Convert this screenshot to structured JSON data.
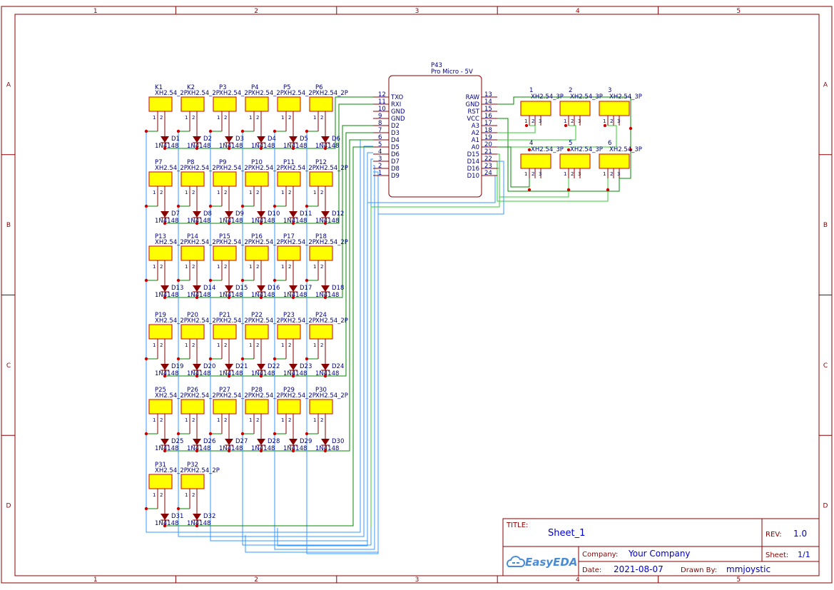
{
  "frame": {
    "columns": [
      "1",
      "2",
      "3",
      "4",
      "5"
    ],
    "rows": [
      "A",
      "B",
      "C",
      "D"
    ]
  },
  "switches": {
    "labels": [
      "K1",
      "K2",
      "P3",
      "P4",
      "P5",
      "P6",
      "P7",
      "P8",
      "P9",
      "P10",
      "P11",
      "P12",
      "P13",
      "P14",
      "P15",
      "P16",
      "P17",
      "P18",
      "P19",
      "P20",
      "P21",
      "P22",
      "P23",
      "P24",
      "P25",
      "P26",
      "P27",
      "P28",
      "P29",
      "P30",
      "P31",
      "P32"
    ],
    "package": "XH2.54_2P",
    "pin_a": "1",
    "pin_b": "2"
  },
  "diodes": {
    "labels": [
      "D1",
      "D2",
      "D3",
      "D4",
      "D5",
      "D6",
      "D7",
      "D8",
      "D9",
      "D10",
      "D11",
      "D12",
      "D13",
      "D14",
      "D15",
      "D16",
      "D17",
      "D18",
      "D19",
      "D20",
      "D21",
      "D22",
      "D23",
      "D24",
      "D25",
      "D26",
      "D27",
      "D28",
      "D29",
      "D30",
      "D31",
      "D32"
    ],
    "value": "1N4148"
  },
  "mcu": {
    "designator": "P43",
    "name": "Pro Micro - 5V",
    "left_pins": [
      {
        "num": "12",
        "name": "TXO"
      },
      {
        "num": "11",
        "name": "RXI"
      },
      {
        "num": "10",
        "name": "GND"
      },
      {
        "num": "9",
        "name": "GND"
      },
      {
        "num": "8",
        "name": "D2"
      },
      {
        "num": "7",
        "name": "D3"
      },
      {
        "num": "6",
        "name": "D4"
      },
      {
        "num": "5",
        "name": "D5"
      },
      {
        "num": "4",
        "name": "D6"
      },
      {
        "num": "3",
        "name": "D7"
      },
      {
        "num": "2",
        "name": "D8"
      },
      {
        "num": "1",
        "name": "D9"
      }
    ],
    "right_pins": [
      {
        "num": "13",
        "name": "RAW"
      },
      {
        "num": "14",
        "name": "GND"
      },
      {
        "num": "15",
        "name": "RST"
      },
      {
        "num": "16",
        "name": "VCC"
      },
      {
        "num": "17",
        "name": "A3"
      },
      {
        "num": "18",
        "name": "A2"
      },
      {
        "num": "19",
        "name": "A1"
      },
      {
        "num": "20",
        "name": "A0"
      },
      {
        "num": "21",
        "name": "D15"
      },
      {
        "num": "22",
        "name": "D14"
      },
      {
        "num": "23",
        "name": "D16"
      },
      {
        "num": "24",
        "name": "D10"
      }
    ]
  },
  "connectors3p": {
    "labels": [
      "1",
      "2",
      "3",
      "4",
      "5",
      "6"
    ],
    "package": "XH2.54_3P",
    "pins": [
      "1",
      "2",
      "3"
    ]
  },
  "title_block": {
    "title_label": "TITLE:",
    "title": "Sheet_1",
    "rev_label": "REV:",
    "rev": "1.0",
    "company_label": "Company:",
    "company": "Your Company",
    "sheet_label": "Sheet:",
    "sheet": "1/1",
    "date_label": "Date:",
    "date": "2021-08-07",
    "drawn_label": "Drawn By:",
    "drawn_by": "mmjoystic",
    "logo": "EasyEDA"
  },
  "colors": {
    "frame": "#880000",
    "component": "#880000",
    "fill": "#FFFF00",
    "outline": "#CC0000",
    "text": "#000080",
    "wire_blue": "#3399FF",
    "wire_green": "#008800",
    "wire_lightgreen": "#33CC33",
    "junction": "#CC0000"
  }
}
